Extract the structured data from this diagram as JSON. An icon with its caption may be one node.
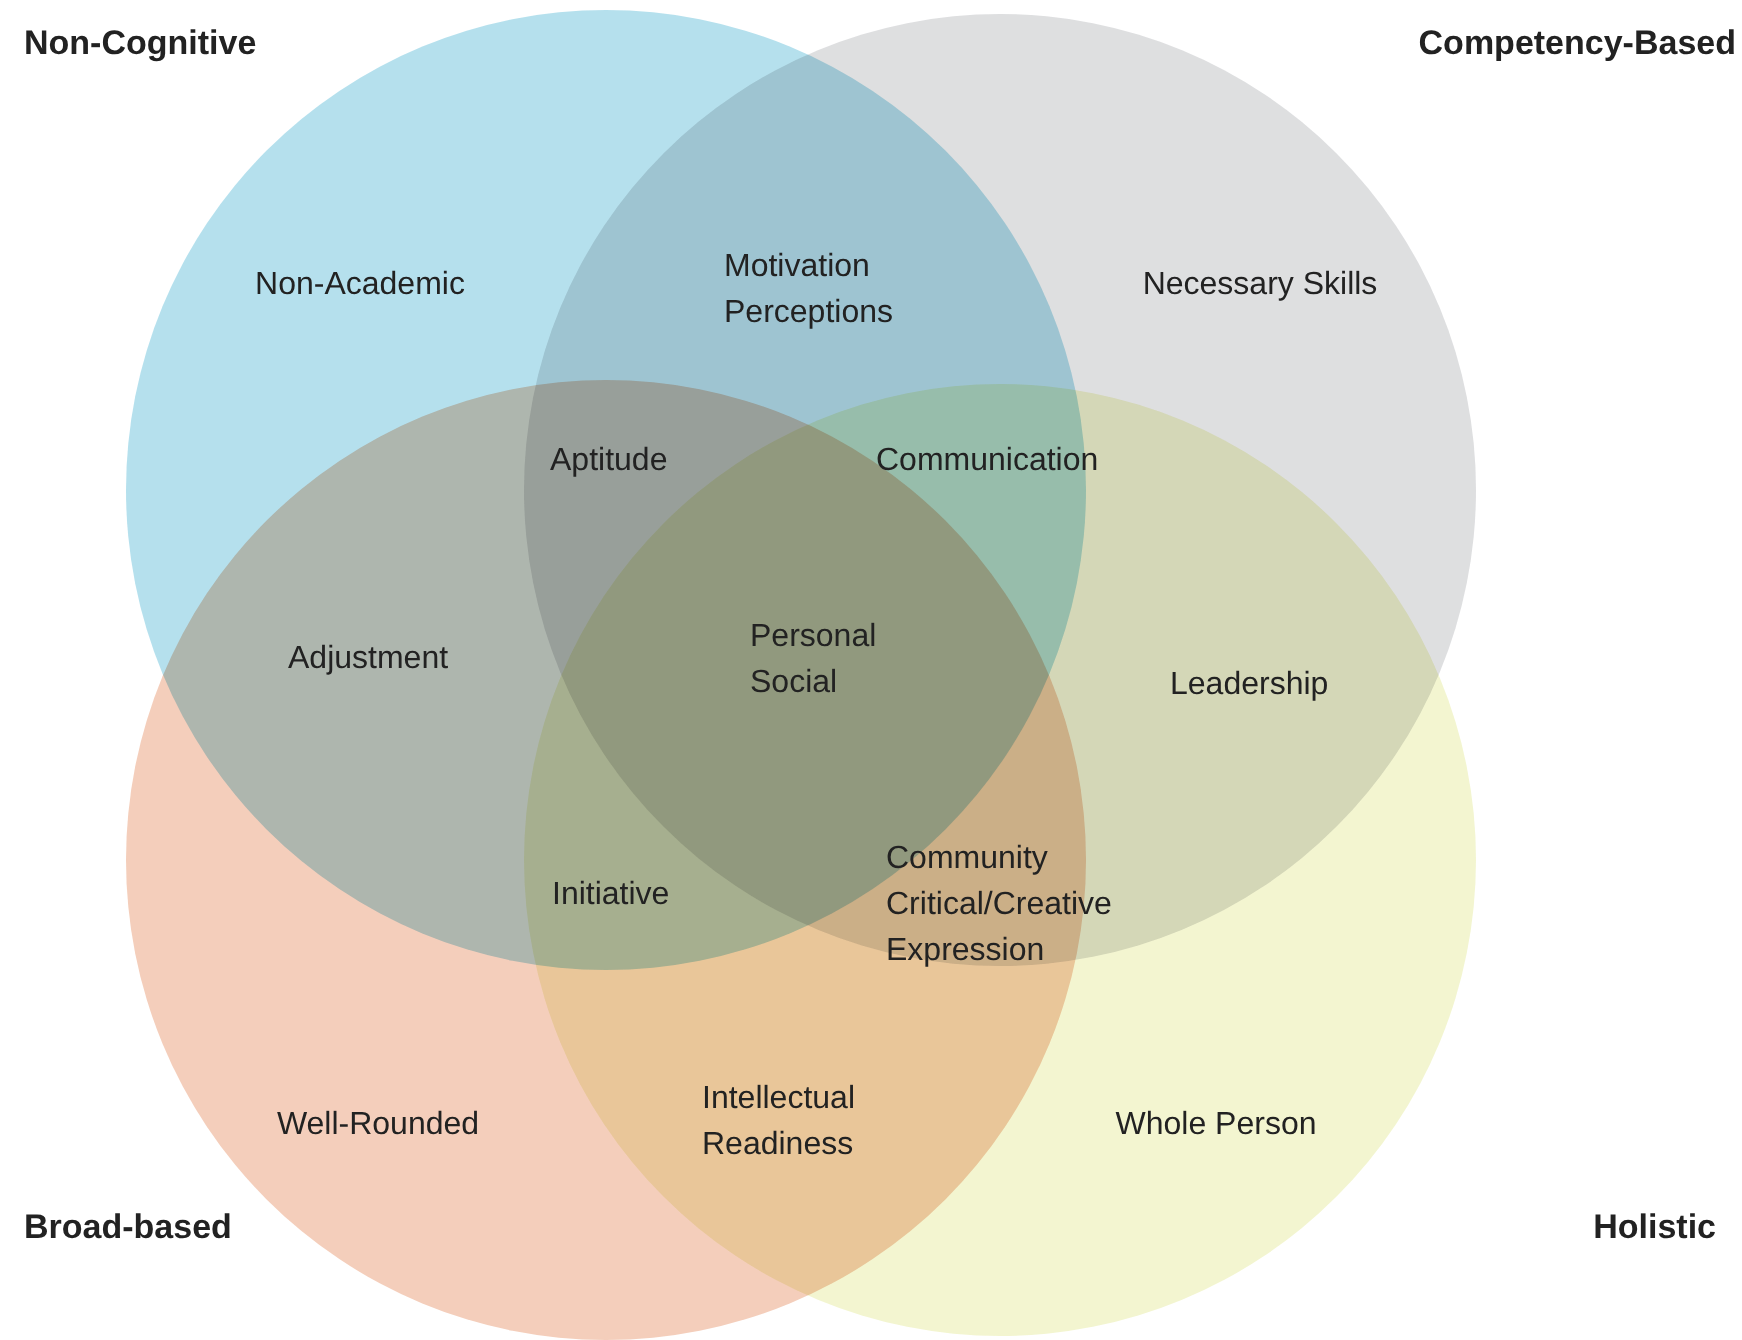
{
  "diagram": {
    "nodes": [
      {
        "text": [
          "Non-Cognitive",
          "Non-Academic"
        ]
      },
      {
        "text": [
          "Competency-Based",
          "Necessary Skills"
        ]
      },
      {
        "text": [
          "Broad-based",
          "Well-Rounded"
        ]
      },
      {
        "text": [
          "Holistic",
          "Whole Person"
        ]
      }
    ],
    "edges": [],
    "labels": [
      "Motivation Perceptions",
      "Aptitude",
      "Communication",
      "Adjustment",
      "Personal Social",
      "Leadership",
      "Initiative",
      "Community",
      "Critical/Creative Expression",
      "Intellectual Readiness"
    ]
  }
}
